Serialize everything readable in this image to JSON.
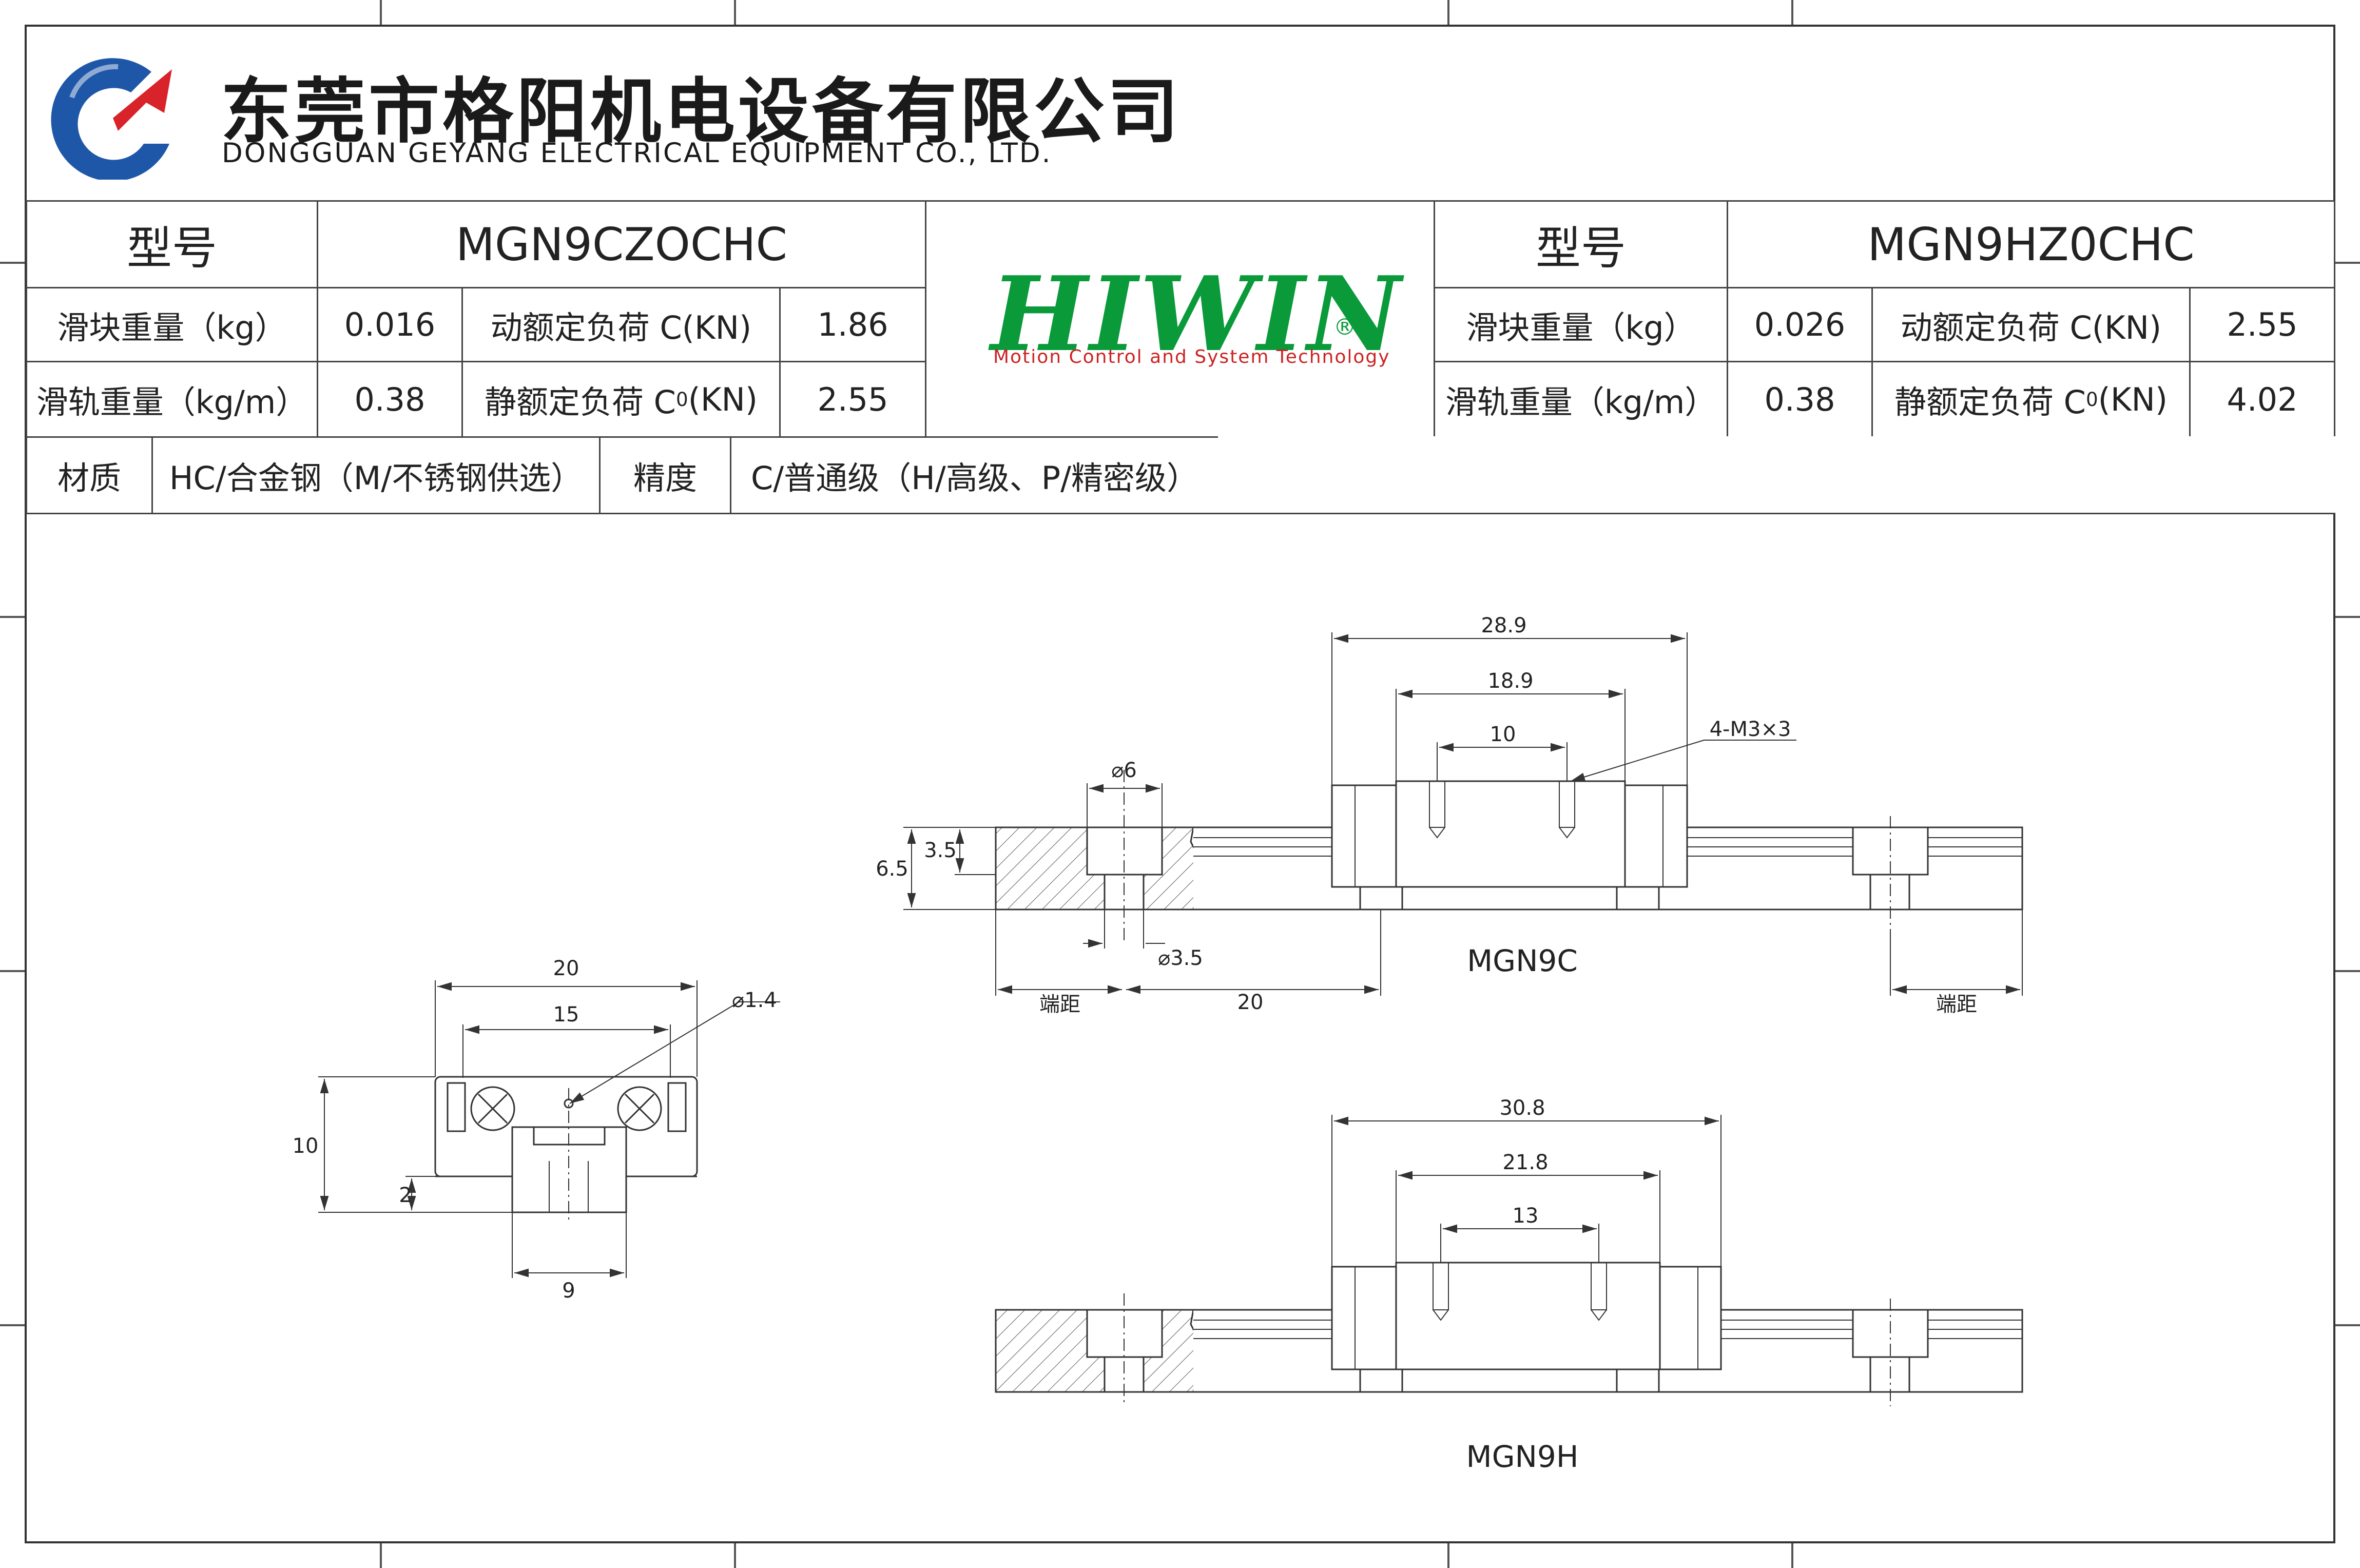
{
  "company": {
    "name_cn": "东莞市格阳机电设备有限公司",
    "name_en": "DONGGUAN GEYANG ELECTRICAL EQUIPMENT CO., LTD.",
    "logo_colors": {
      "blue": "#1f57a8",
      "red": "#d8232a"
    }
  },
  "brand": {
    "name": "HIWIN",
    "mark": "®",
    "tagline": "Motion  Control  and  System  Technology",
    "color": "#0a9a3a",
    "tagline_color": "#cc2222"
  },
  "spec_left": {
    "model_label": "型号",
    "model": "MGN9CZOCHC",
    "block_weight_label": "滑块重量（kg）",
    "block_weight": "0.016",
    "dyn_load_label": "动额定负荷 C(KN)",
    "dyn_load": "1.86",
    "rail_weight_label": "滑轨重量（kg/m）",
    "rail_weight": "0.38",
    "static_load_label_pre": "静额定负荷 C",
    "static_load_label_sub": "0",
    "static_load_label_post": "(KN)",
    "static_load": "2.55"
  },
  "spec_right": {
    "model_label": "型号",
    "model": "MGN9HZ0CHC",
    "block_weight_label": "滑块重量（kg）",
    "block_weight": "0.026",
    "dyn_load_label": "动额定负荷 C(KN)",
    "dyn_load": "2.55",
    "rail_weight_label": "滑轨重量（kg/m）",
    "rail_weight": "0.38",
    "static_load_label_pre": "静额定负荷 C",
    "static_load_label_sub": "0",
    "static_load_label_post": "(KN)",
    "static_load": "4.02"
  },
  "material": {
    "label": "材质",
    "value": "HC/合金钢（M/不锈钢供选）",
    "precision_label": "精度",
    "precision_value": "C/普通级（H/高级、P/精密级）"
  },
  "drawing": {
    "front": {
      "width": "20",
      "rail_hole_pitch": "15",
      "hole_dia": "⌀1.4",
      "height": "10",
      "rail_base": "2",
      "rail_width": "9"
    },
    "c_view": {
      "title": "MGN9C",
      "block_length": "28.9",
      "body_length": "18.9",
      "mount_pitch": "10",
      "thread": "4-M3×3",
      "cbore": "⌀6",
      "cbore_depth": "3.5",
      "rail_height": "6.5",
      "bolt_hole": "⌀3.5",
      "end_distance": "端距",
      "pitch": "20"
    },
    "h_view": {
      "title": "MGN9H",
      "block_length": "30.8",
      "body_length": "21.8",
      "mount_pitch": "13"
    }
  }
}
